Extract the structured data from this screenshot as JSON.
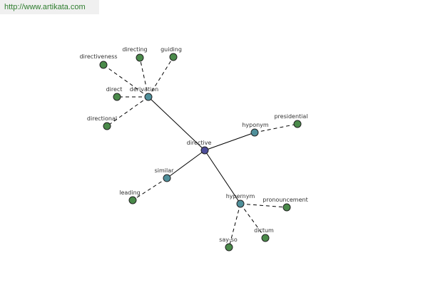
{
  "watermark": "http://www.artikata.com",
  "colors": {
    "root": "#4d4d99",
    "relation": "#4f8f9a",
    "leaf": "#4a8a4a",
    "edge": "#000000",
    "watermark_text": "#2e7d2e"
  },
  "graph": {
    "nodes": [
      {
        "id": "directive",
        "label": "directive",
        "kind": "root"
      },
      {
        "id": "derivation",
        "label": "derivation",
        "kind": "relation"
      },
      {
        "id": "hyponym",
        "label": "hyponym",
        "kind": "relation"
      },
      {
        "id": "similar",
        "label": "similar",
        "kind": "relation"
      },
      {
        "id": "hypernym",
        "label": "hypernym",
        "kind": "relation"
      },
      {
        "id": "directiveness",
        "label": "directiveness",
        "kind": "leaf"
      },
      {
        "id": "directing",
        "label": "directing",
        "kind": "leaf"
      },
      {
        "id": "guiding",
        "label": "guiding",
        "kind": "leaf"
      },
      {
        "id": "direct",
        "label": "direct",
        "kind": "leaf"
      },
      {
        "id": "directional",
        "label": "directional",
        "kind": "leaf"
      },
      {
        "id": "presidential",
        "label": "presidential",
        "kind": "leaf"
      },
      {
        "id": "leading",
        "label": "leading",
        "kind": "leaf"
      },
      {
        "id": "pronouncement",
        "label": "pronouncement",
        "kind": "leaf"
      },
      {
        "id": "dictum",
        "label": "dictum",
        "kind": "leaf"
      },
      {
        "id": "say-so",
        "label": "say-so",
        "kind": "leaf"
      }
    ],
    "edges": [
      {
        "from": "directive",
        "to": "derivation",
        "style": "solid"
      },
      {
        "from": "directive",
        "to": "hyponym",
        "style": "solid"
      },
      {
        "from": "directive",
        "to": "similar",
        "style": "solid"
      },
      {
        "from": "directive",
        "to": "hypernym",
        "style": "solid"
      },
      {
        "from": "derivation",
        "to": "directiveness",
        "style": "dashed"
      },
      {
        "from": "derivation",
        "to": "directing",
        "style": "dashed"
      },
      {
        "from": "derivation",
        "to": "guiding",
        "style": "dashed"
      },
      {
        "from": "derivation",
        "to": "direct",
        "style": "dashed"
      },
      {
        "from": "derivation",
        "to": "directional",
        "style": "dashed"
      },
      {
        "from": "hyponym",
        "to": "presidential",
        "style": "dashed"
      },
      {
        "from": "similar",
        "to": "leading",
        "style": "dashed"
      },
      {
        "from": "hypernym",
        "to": "pronouncement",
        "style": "dashed"
      },
      {
        "from": "hypernym",
        "to": "dictum",
        "style": "dashed"
      },
      {
        "from": "hypernym",
        "to": "say-so",
        "style": "dashed"
      }
    ]
  }
}
